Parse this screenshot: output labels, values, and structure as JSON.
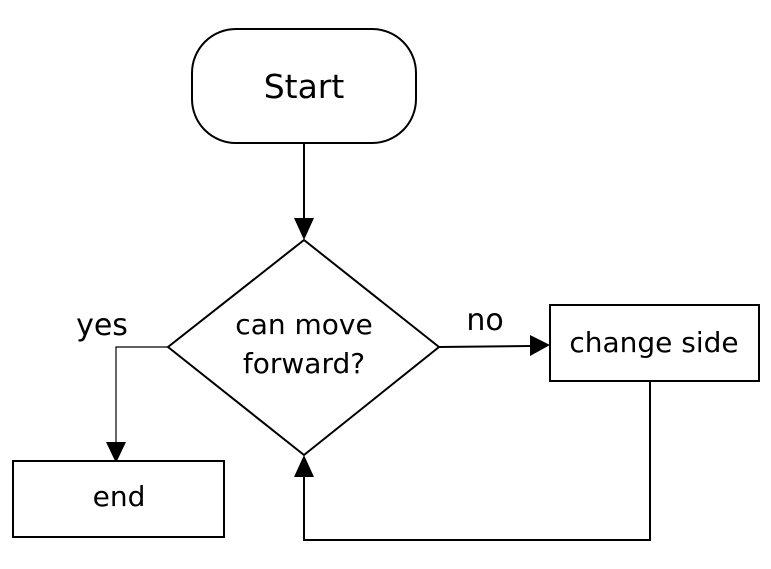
{
  "nodes": {
    "start": {
      "label": "Start",
      "shape": "rounded-rectangle"
    },
    "decision": {
      "line1": "can move",
      "line2": "forward?",
      "shape": "diamond"
    },
    "change_side": {
      "label": "change side",
      "shape": "rectangle"
    },
    "end": {
      "label": "end",
      "shape": "rectangle"
    }
  },
  "edges": {
    "yes_label": "yes",
    "no_label": "no"
  },
  "colors": {
    "stroke": "#000000",
    "fill": "#ffffff"
  }
}
